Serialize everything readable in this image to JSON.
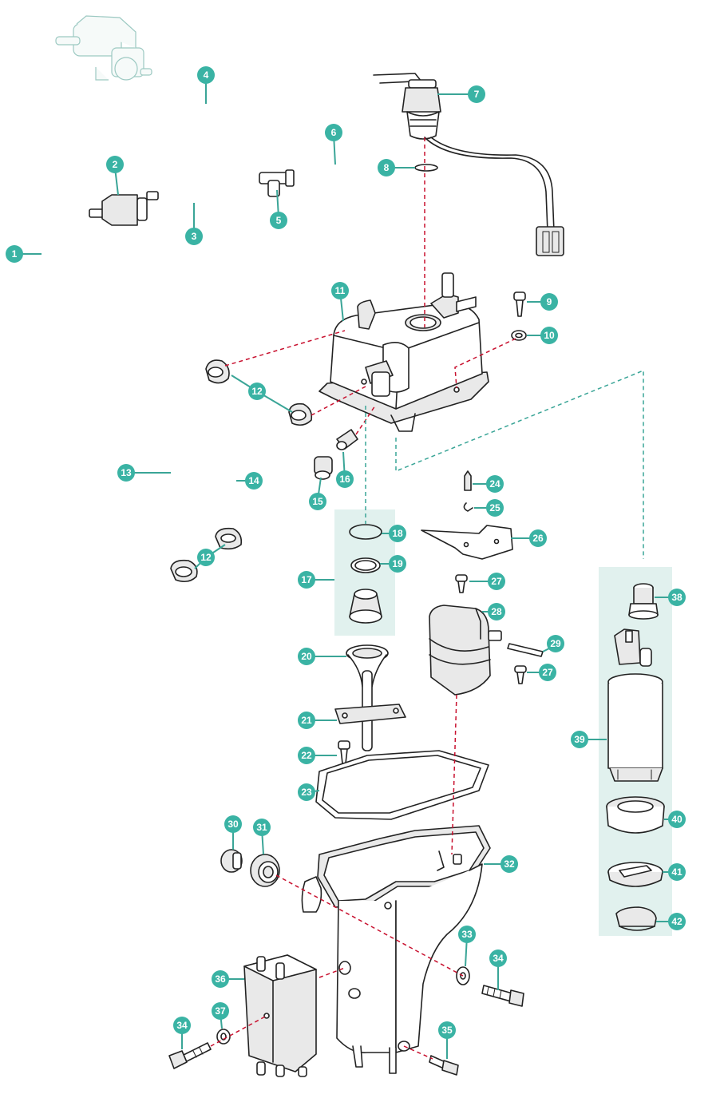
{
  "colors": {
    "callout": "#3ab3a4",
    "panel": "#e1f1ee",
    "red_dash": "#c8102e",
    "teal_dash": "#3aa597"
  },
  "callouts": [
    "1",
    "2",
    "3",
    "4",
    "5",
    "6",
    "7",
    "8",
    "9",
    "10",
    "11",
    "12",
    "12",
    "13",
    "14",
    "15",
    "16",
    "17",
    "18",
    "19",
    "20",
    "21",
    "22",
    "23",
    "24",
    "25",
    "26",
    "27",
    "27",
    "28",
    "29",
    "30",
    "31",
    "32",
    "33",
    "34",
    "34",
    "35",
    "36",
    "37",
    "38",
    "39",
    "40",
    "41",
    "42"
  ]
}
